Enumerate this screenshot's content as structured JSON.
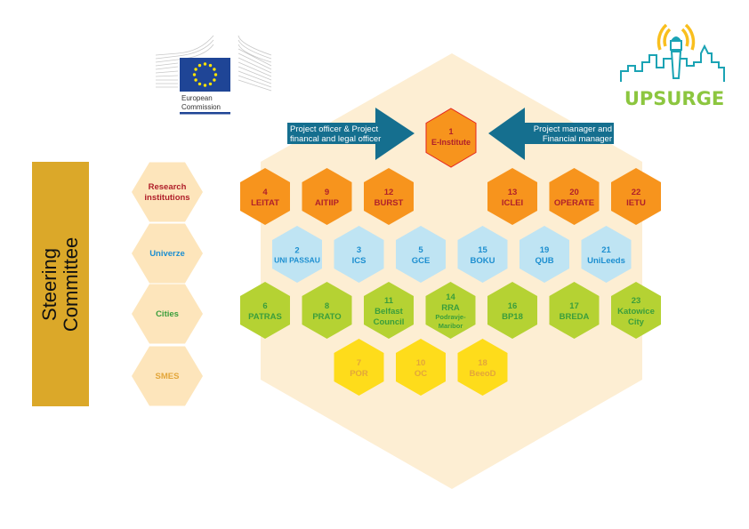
{
  "steering_committee": {
    "line1": "Steering",
    "line2": "Committee"
  },
  "logos": {
    "ec": {
      "line1": "European",
      "line2": "Commission"
    },
    "upsurge": {
      "text": "UPSURGE"
    }
  },
  "arrows": {
    "left": {
      "line1": "Project officer & Project",
      "line2": "financal and legal officer"
    },
    "right": {
      "line1": "Project manager and",
      "line2": "Financial manager"
    }
  },
  "colors": {
    "background_hex": "#fdeed3",
    "arrow": "#156f8f",
    "steering": "#dba829",
    "category_bg": "#fde5bb",
    "research": {
      "fill": "#f7941d",
      "text": "#b0202a"
    },
    "univerze": {
      "fill": "#bfe4f3",
      "text": "#1d8fd0"
    },
    "cities": {
      "fill": "#b5d233",
      "text": "#3a9e3c"
    },
    "smes": {
      "fill": "#fedc1b",
      "text": "#e3a63a"
    },
    "coordinator_stroke": "#e52521"
  },
  "categories": [
    {
      "key": "research",
      "line1": "Research",
      "line2": "institutions"
    },
    {
      "key": "univerze",
      "line1": "Univerze",
      "line2": ""
    },
    {
      "key": "cities",
      "line1": "Cities",
      "line2": ""
    },
    {
      "key": "smes",
      "line1": "SMES",
      "line2": ""
    }
  ],
  "coordinator": {
    "number": "1",
    "name": "E-Institute"
  },
  "partners": [
    {
      "row": 0,
      "col": 0,
      "cat": "research",
      "number": "4",
      "lines": [
        "LEITAT"
      ]
    },
    {
      "row": 0,
      "col": 1,
      "cat": "research",
      "number": "9",
      "lines": [
        "AITIIP"
      ]
    },
    {
      "row": 0,
      "col": 2,
      "cat": "research",
      "number": "12",
      "lines": [
        "BURST"
      ]
    },
    {
      "row": 0,
      "col": 4,
      "cat": "research",
      "number": "13",
      "lines": [
        "ICLEI"
      ]
    },
    {
      "row": 0,
      "col": 5,
      "cat": "research",
      "number": "20",
      "lines": [
        "OPERATE"
      ]
    },
    {
      "row": 0,
      "col": 6,
      "cat": "research",
      "number": "22",
      "lines": [
        "IETU"
      ]
    },
    {
      "row": 1,
      "col": 0,
      "cat": "univerze",
      "number": "2",
      "lines": [
        "UNI PASSAU"
      ]
    },
    {
      "row": 1,
      "col": 1,
      "cat": "univerze",
      "number": "3",
      "lines": [
        "ICS"
      ]
    },
    {
      "row": 1,
      "col": 2,
      "cat": "univerze",
      "number": "5",
      "lines": [
        "GCE"
      ]
    },
    {
      "row": 1,
      "col": 3,
      "cat": "univerze",
      "number": "15",
      "lines": [
        "BOKU"
      ]
    },
    {
      "row": 1,
      "col": 4,
      "cat": "univerze",
      "number": "19",
      "lines": [
        "QUB"
      ]
    },
    {
      "row": 1,
      "col": 5,
      "cat": "univerze",
      "number": "21",
      "lines": [
        "UniLeeds"
      ]
    },
    {
      "row": 2,
      "col": 0,
      "cat": "cities",
      "number": "6",
      "lines": [
        "PATRAS"
      ]
    },
    {
      "row": 2,
      "col": 1,
      "cat": "cities",
      "number": "8",
      "lines": [
        "PRATO"
      ]
    },
    {
      "row": 2,
      "col": 2,
      "cat": "cities",
      "number": "11",
      "lines": [
        "Belfast",
        "Council"
      ]
    },
    {
      "row": 2,
      "col": 3,
      "cat": "cities",
      "number": "14",
      "lines": [
        "RRA",
        "Podravje-",
        "Maribor"
      ]
    },
    {
      "row": 2,
      "col": 4,
      "cat": "cities",
      "number": "16",
      "lines": [
        "BP18"
      ]
    },
    {
      "row": 2,
      "col": 5,
      "cat": "cities",
      "number": "17",
      "lines": [
        "BREDA"
      ]
    },
    {
      "row": 2,
      "col": 6,
      "cat": "cities",
      "number": "23",
      "lines": [
        "Katowice",
        "City"
      ]
    },
    {
      "row": 3,
      "col": 1,
      "cat": "smes",
      "number": "7",
      "lines": [
        "POR"
      ]
    },
    {
      "row": 3,
      "col": 2,
      "cat": "smes",
      "number": "10",
      "lines": [
        "OC"
      ]
    },
    {
      "row": 3,
      "col": 3,
      "cat": "smes",
      "number": "18",
      "lines": [
        "BeeoD"
      ]
    }
  ]
}
